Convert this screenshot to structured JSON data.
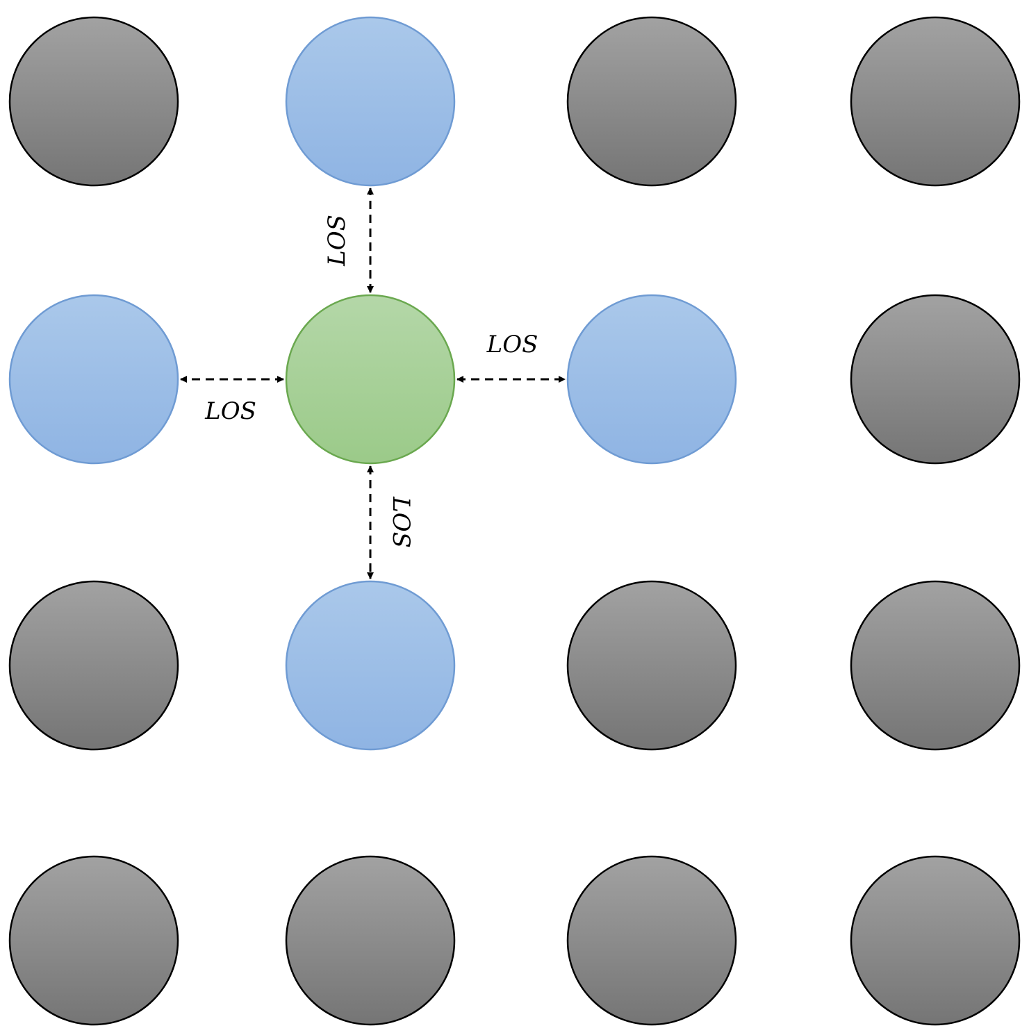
{
  "colors": {
    "inactive_fill_top": "#a2a2a2",
    "inactive_fill_bottom": "#757575",
    "inactive_stroke": "#000000",
    "neighbor_fill_top": "#aac8ea",
    "neighbor_fill_bottom": "#8fb4e3",
    "neighbor_stroke": "#6f9bd3",
    "center_fill_top": "#b4d7a8",
    "center_fill_bottom": "#9bca89",
    "center_stroke": "#6aa84f",
    "arrow": "#000000"
  },
  "grid": {
    "rows": 4,
    "cols": 4,
    "nodes": [
      [
        "inactive",
        "neighbor",
        "inactive",
        "inactive"
      ],
      [
        "neighbor",
        "center",
        "neighbor",
        "inactive"
      ],
      [
        "inactive",
        "neighbor",
        "inactive",
        "inactive"
      ],
      [
        "inactive",
        "inactive",
        "inactive",
        "inactive"
      ]
    ]
  },
  "links": [
    {
      "from": [
        1,
        1
      ],
      "to": [
        0,
        1
      ],
      "label": "LOS"
    },
    {
      "from": [
        1,
        1
      ],
      "to": [
        1,
        0
      ],
      "label": "LOS"
    },
    {
      "from": [
        1,
        1
      ],
      "to": [
        1,
        2
      ],
      "label": "LOS"
    },
    {
      "from": [
        1,
        1
      ],
      "to": [
        2,
        1
      ],
      "label": "LOS"
    }
  ]
}
